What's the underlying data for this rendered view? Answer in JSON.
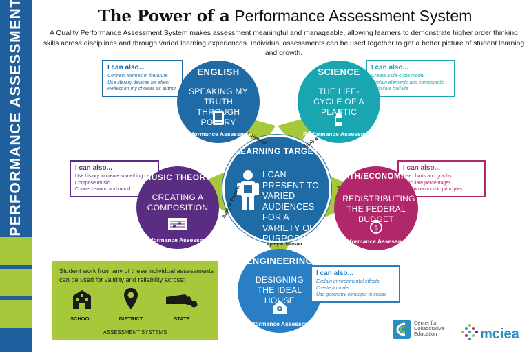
{
  "sidebar": {
    "label": "PERFORMANCE ASSESSMENT",
    "colors": [
      "#1f5f9e",
      "#a7c83a"
    ]
  },
  "header": {
    "title_bold": "The Power of a",
    "title_rest": "Performance Assessment System",
    "subtitle": "A Quality Performance Assessment System makes assessment meaningful and manageable, allowing learners to demonstrate higher order thinking skills across disciplines and through varied learning experiences. Individual assessments can be used together to get a better picture of student learning and growth."
  },
  "center": {
    "label": "LEARNING TARGET",
    "text": "I CAN PRESENT TO VARIED AUDIENCES FOR A VARIETY OF PURPOSES.",
    "color": "#1f6ba5",
    "icon": "student-icon"
  },
  "connector": {
    "label": "Apply & Transfer",
    "color": "#a7c83a"
  },
  "performance_label": "Performance Assessment",
  "can_also_label": "I can also...",
  "subjects": {
    "english": {
      "name": "ENGLISH",
      "project": "SPEAKING MY TRUTH THROUGH POETRY",
      "color": "#1f6ba5",
      "icon": "book-icon",
      "items": [
        "Connect themes in literature",
        "Use literary devices for effect",
        "Reflect on my choices as author"
      ]
    },
    "science": {
      "name": "SCIENCE",
      "project": "THE LIFE-CYCLE OF A PLASTIC",
      "color": "#1aa6b0",
      "icon": "bottle-icon",
      "items": [
        "Create a life-cycle model",
        "Explain elements and compounds",
        "Calculate half-life"
      ]
    },
    "music": {
      "name": "MUSIC THEORY",
      "project": "CREATING A COMPOSITION",
      "color": "#5a2d82",
      "icon": "sheet-music-icon",
      "items": [
        "Use history to create something new",
        "Compose music",
        "Connect sound and mood"
      ]
    },
    "math": {
      "name": "MATH/ECONOMICS",
      "project": "REDISTRIBUTING THE FEDERAL BUDGET",
      "color": "#b0276a",
      "icon": "money-bag-icon",
      "items": [
        "Use charts and graphs",
        "Calculate percentages",
        "Explain economic principles"
      ]
    },
    "engineering": {
      "name": "ENGINEERING",
      "project": "DESIGNING THE IDEAL HOUSE",
      "color": "#2a7fc4",
      "icon": "house-gear-icon",
      "items": [
        "Explain environmental effects",
        "Create a model",
        "Use geometry concepts to create"
      ]
    }
  },
  "assessment_systems": {
    "description": "Student work from any of these individual assessments can be used for validity and reliability across:",
    "levels": [
      {
        "label": "SCHOOL",
        "icon": "school-icon"
      },
      {
        "label": "DISTRICT",
        "icon": "location-pin-icon"
      },
      {
        "label": "STATE",
        "icon": "massachusetts-map-icon"
      }
    ],
    "caption": "ASSESSMENT SYSTEMS"
  },
  "logos": {
    "ccte": "Center for Collaborative Education",
    "mciea": "mciea"
  }
}
